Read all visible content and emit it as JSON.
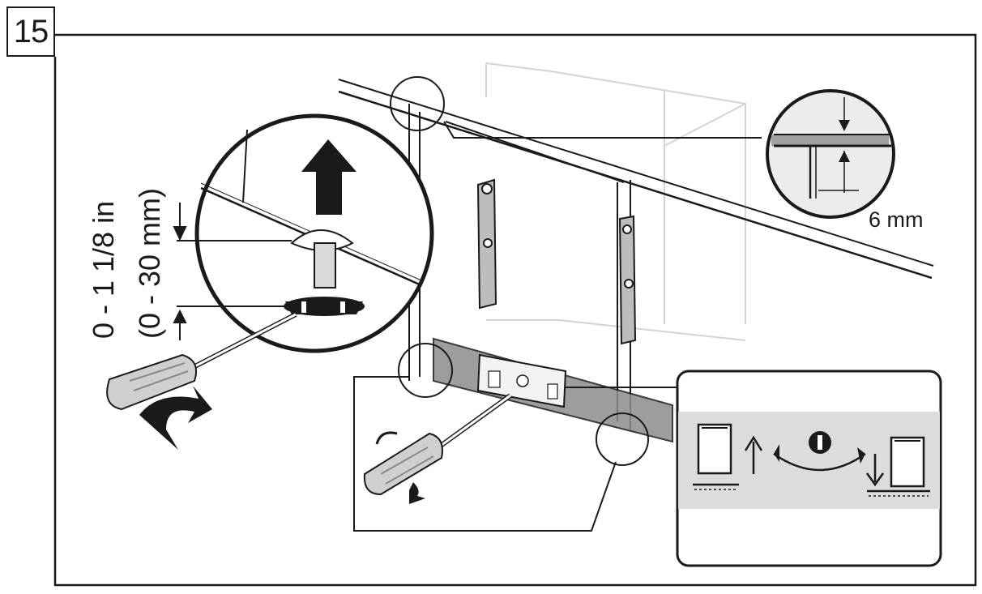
{
  "step": {
    "number": "15"
  },
  "labels": {
    "gap_mm": "6 mm",
    "adjust_range_in": "0 - 1 1/8 in",
    "adjust_range_mm": "(0 - 30 mm)"
  },
  "icon_names": {
    "up_arrow": "arrow-up-icon",
    "rotate": "rotate-icon",
    "raise": "raise-appliance-icon",
    "lower": "lower-appliance-icon"
  }
}
